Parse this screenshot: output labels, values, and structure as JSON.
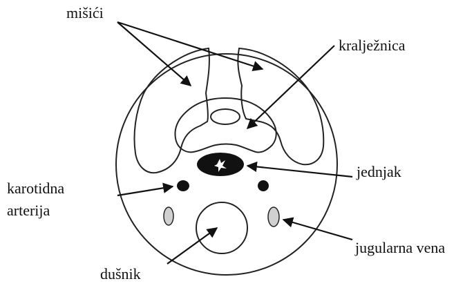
{
  "labels": {
    "muscles": "mišići",
    "spine": "kralježnica",
    "esophagus": "jednjak",
    "carotid_line1": "karotidna",
    "carotid_line2": "arterija",
    "jugular": "jugularna vena",
    "trachea": "dušnik"
  }
}
